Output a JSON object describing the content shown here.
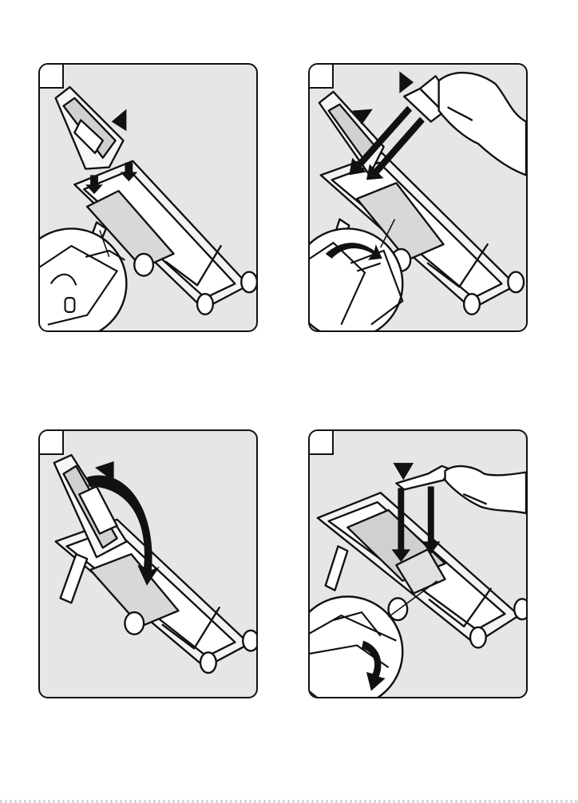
{
  "document": {
    "type": "assembly-instructions",
    "panels": [
      {
        "id": "a",
        "step_label": ""
      },
      {
        "id": "b",
        "step_label": ""
      },
      {
        "id": "c",
        "step_label": ""
      },
      {
        "id": "d",
        "step_label": ""
      }
    ]
  },
  "colors": {
    "panel_background": "#e6e6e6",
    "line": "#111111",
    "white": "#ffffff"
  }
}
